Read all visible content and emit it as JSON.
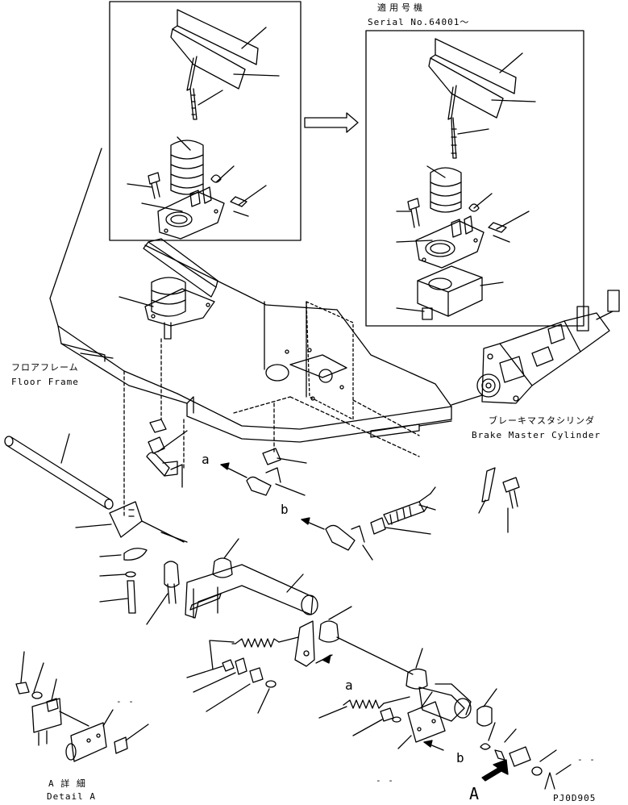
{
  "header": {
    "serial_jp": "適用号機",
    "serial_en": "Serial No.64001～"
  },
  "labels": {
    "floor_frame_jp": "フロアフレーム",
    "floor_frame_en": "Floor Frame",
    "brake_master_jp": "ブレーキマスタシリンダ",
    "brake_master_en": "Brake Master Cylinder",
    "detail_jp": "A 詳 細",
    "detail_en": "Detail A",
    "code": "PJ0D905",
    "view_a": "A",
    "conn_a1": "a",
    "conn_b1": "b",
    "conn_a2": "a",
    "conn_b2": "b",
    "dash1": "- -",
    "dash2": "- -",
    "dash3": "- -"
  }
}
